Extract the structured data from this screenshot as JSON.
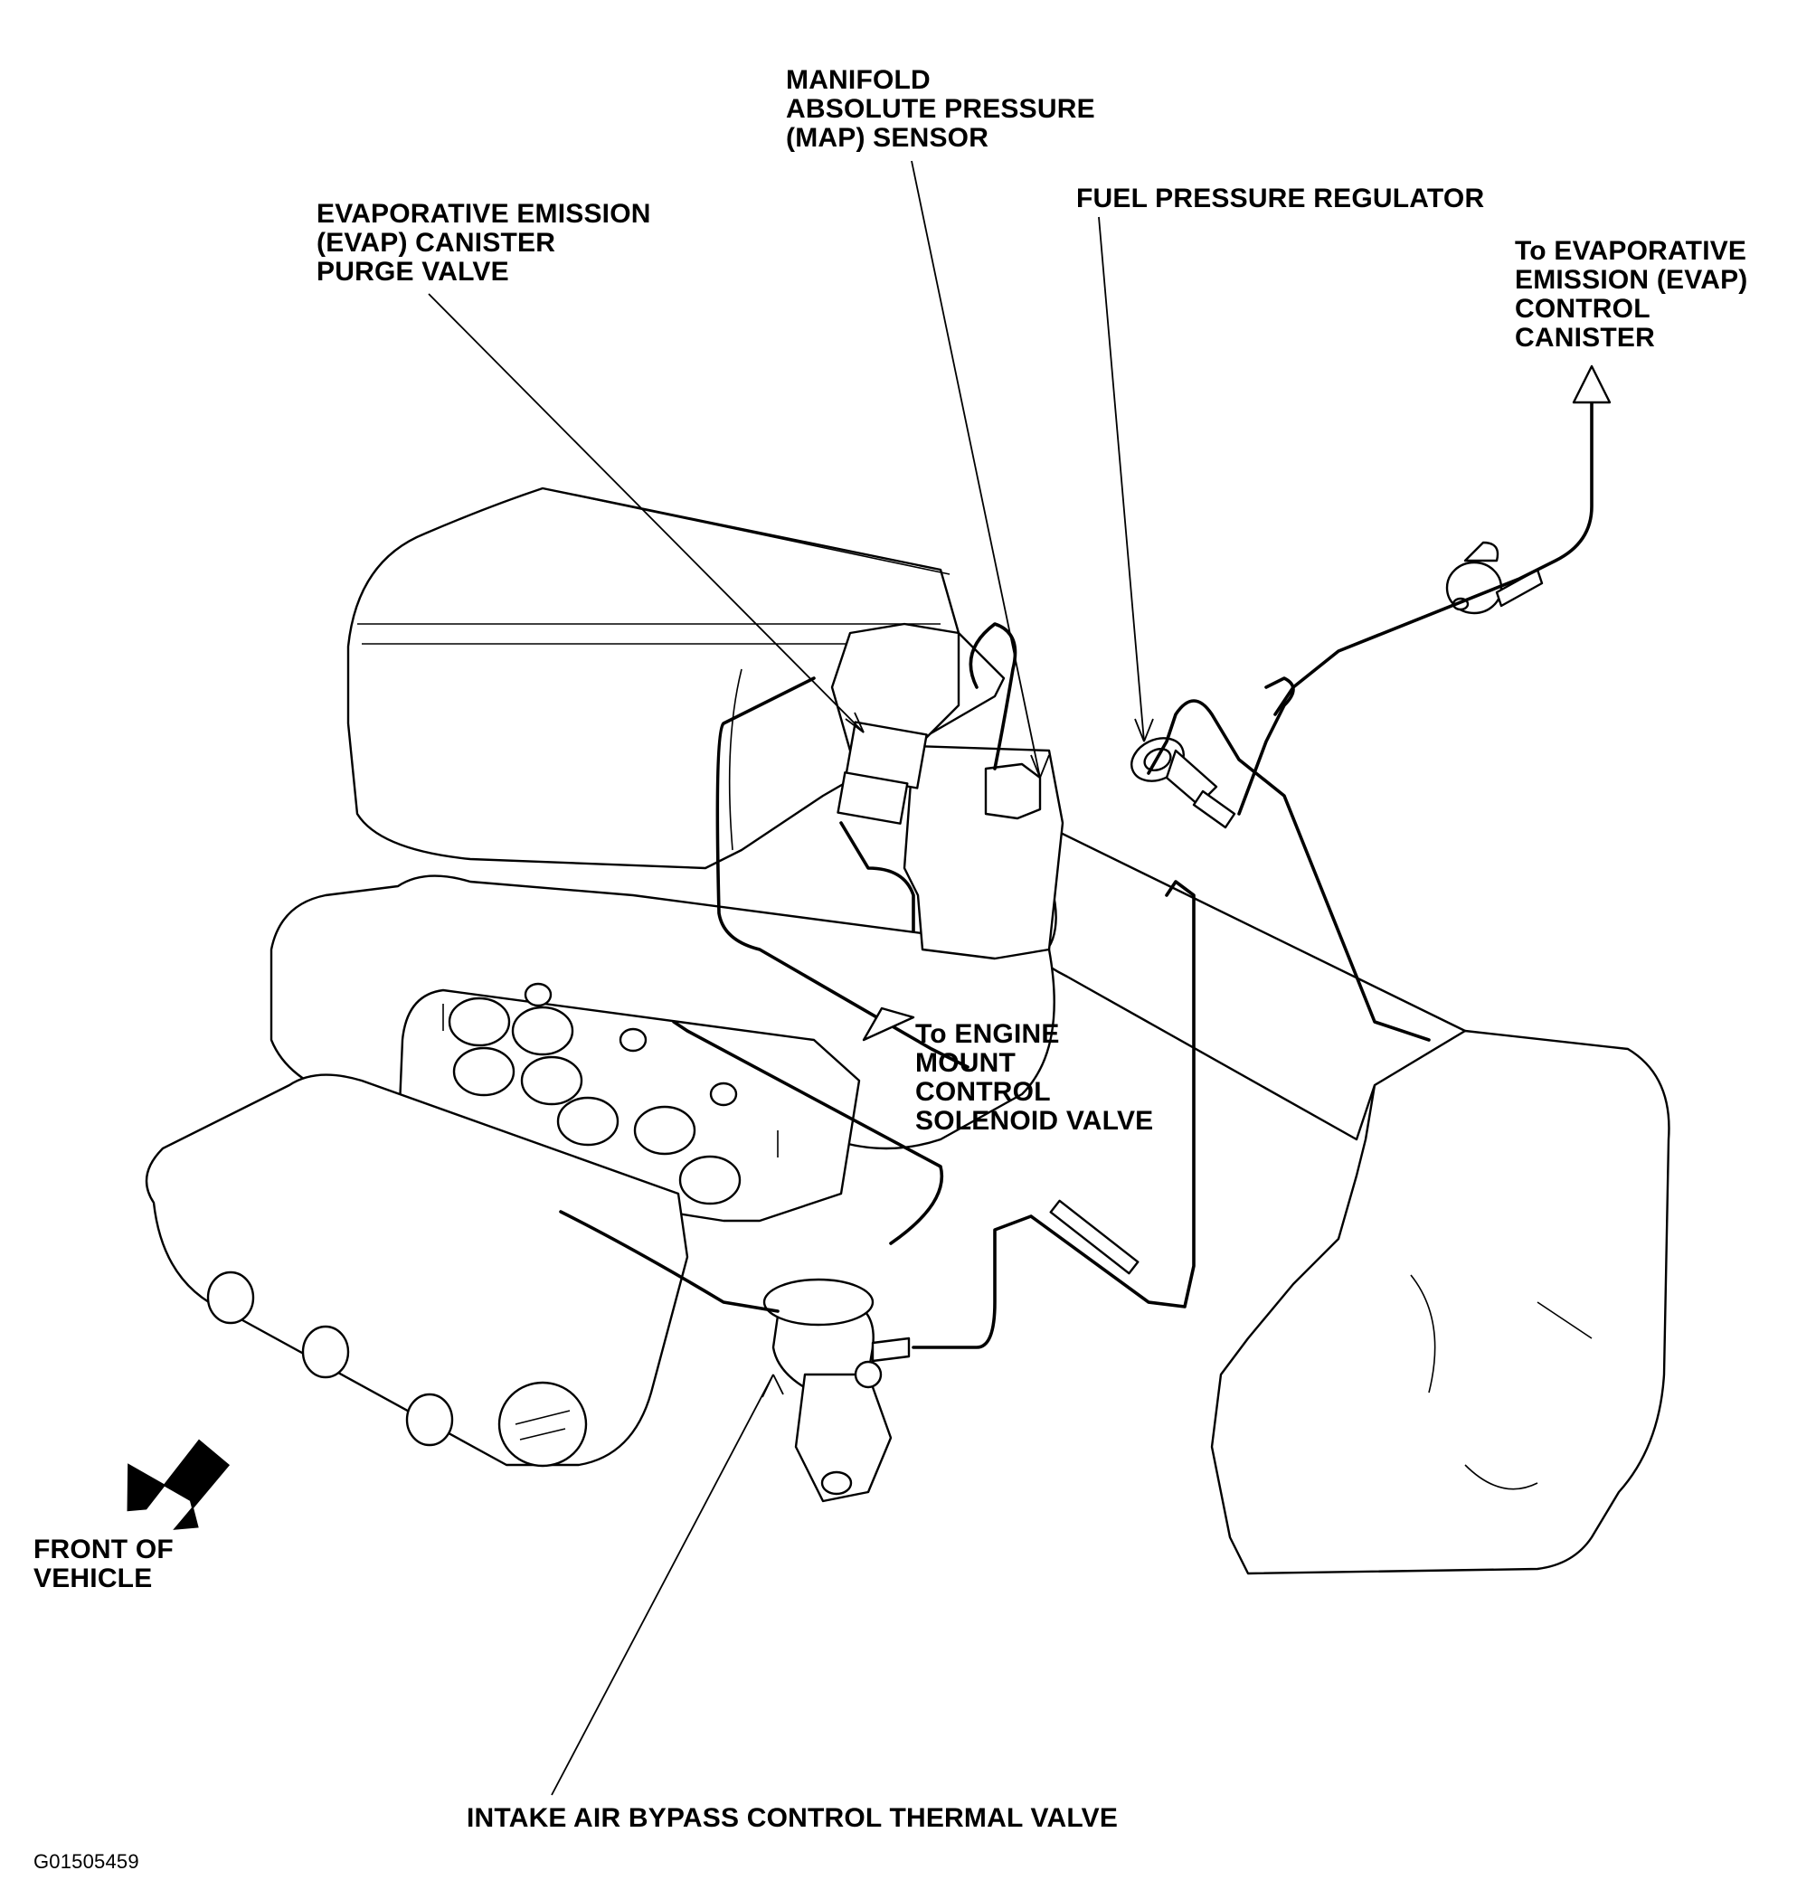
{
  "labels": {
    "map_sensor": "MANIFOLD\nABSOLUTE PRESSURE\n(MAP) SENSOR",
    "fuel_pressure_regulator": "FUEL PRESSURE REGULATOR",
    "evap_purge_valve": "EVAPORATIVE EMISSION\n(EVAP) CANISTER\nPURGE VALVE",
    "to_evap_canister": "To EVAPORATIVE\nEMISSION (EVAP)\nCONTROL\nCANISTER",
    "to_engine_mount": "To ENGINE\nMOUNT\nCONTROL\nSOLENOID VALVE",
    "front_of_vehicle": "FRONT OF\nVEHICLE",
    "intake_air_bypass": "INTAKE AIR BYPASS CONTROL THERMAL VALVE",
    "figure_code": "G01505459"
  },
  "colors": {
    "ink": "#000000",
    "paper": "#ffffff"
  },
  "icons": {
    "front_arrow": "arrow-down-left-icon",
    "flow_arrow": "hollow-arrowhead-icon"
  }
}
